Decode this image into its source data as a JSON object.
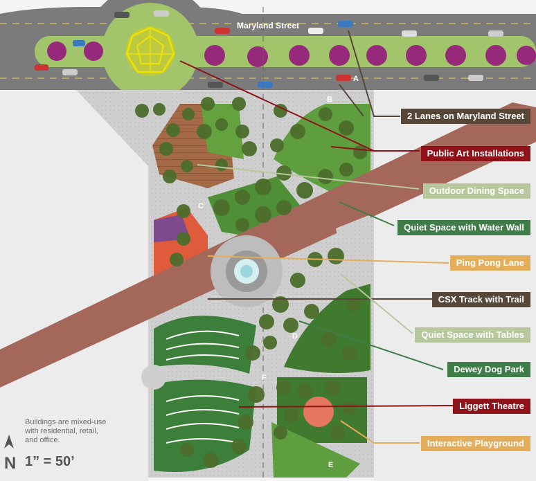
{
  "street_name": "Maryland Street",
  "callouts": [
    {
      "id": "lanes",
      "label": "2 Lanes on Maryland Street",
      "color": "#564738"
    },
    {
      "id": "art",
      "label": "Public Art Installations",
      "color": "#8e1218"
    },
    {
      "id": "dining",
      "label": "Outdoor Dining Space",
      "color": "#b7c99c"
    },
    {
      "id": "quiet-water",
      "label": "Quiet Space with Water Wall",
      "color": "#3f7c48"
    },
    {
      "id": "pingpong",
      "label": "Ping Pong Lane",
      "color": "#e4ad5a"
    },
    {
      "id": "csx",
      "label": "CSX Track with Trail",
      "color": "#564738"
    },
    {
      "id": "quiet-tables",
      "label": "Quiet Space with Tables",
      "color": "#b7c99c"
    },
    {
      "id": "dogpark",
      "label": "Dewey Dog Park",
      "color": "#3f7c48"
    },
    {
      "id": "theatre",
      "label": "Liggett Theatre",
      "color": "#8e1218"
    },
    {
      "id": "playground",
      "label": "Interactive Playground",
      "color": "#e4ad5a"
    }
  ],
  "zone_letters": [
    "A",
    "B",
    "C",
    "D",
    "E",
    "F"
  ],
  "note": "Buildings are mixed-use with residential, retail, and office.",
  "north_letter": "N",
  "scale": "1” = 50’",
  "colors": {
    "road": "#7d7d7d",
    "median": "#9cc26a",
    "plaza": "#c9c9c9",
    "trail": "#a4685a",
    "green_dark": "#3e6e2c",
    "green_light": "#5c9d40",
    "tree": "#4c6b2e",
    "tree_purple": "#9a2f7a",
    "sculpture": "#f2e200"
  }
}
